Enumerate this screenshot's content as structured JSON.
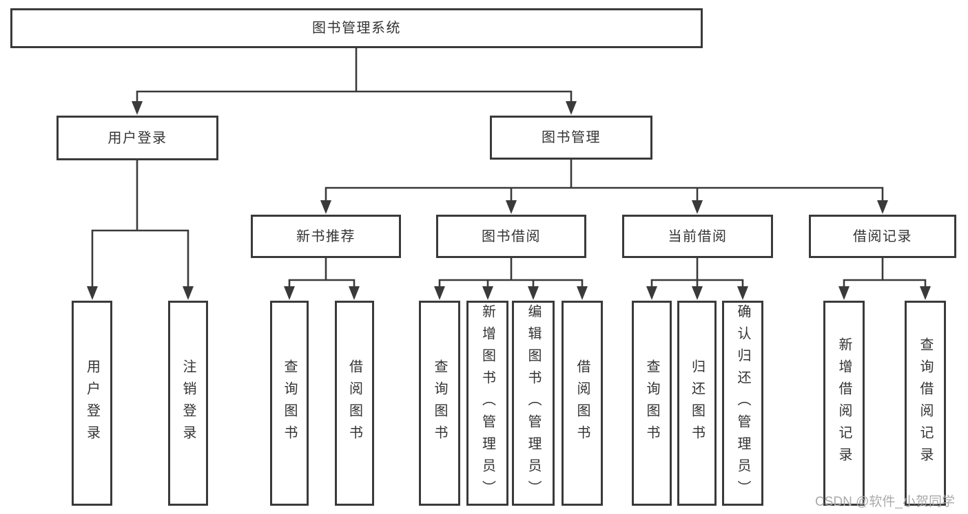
{
  "diagram": {
    "root_label": "图书管理系统",
    "branches": [
      {
        "label": "用户登录",
        "children": [
          {
            "label": "用户登录"
          },
          {
            "label": "注销登录"
          }
        ]
      },
      {
        "label": "图书管理",
        "sections": [
          {
            "label": "新书推荐",
            "children": [
              {
                "label": "查询图书"
              },
              {
                "label": "借阅图书"
              }
            ]
          },
          {
            "label": "图书借阅",
            "children": [
              {
                "label": "查询图书"
              },
              {
                "label": "新增图书（管理员）"
              },
              {
                "label": "编辑图书（管理员）"
              },
              {
                "label": "借阅图书"
              }
            ]
          },
          {
            "label": "当前借阅",
            "children": [
              {
                "label": "查询图书"
              },
              {
                "label": "归还图书"
              },
              {
                "label": "确认归还（管理员）"
              }
            ]
          },
          {
            "label": "借阅记录",
            "children": [
              {
                "label": "新增借阅记录"
              },
              {
                "label": "查询借阅记录"
              }
            ]
          }
        ]
      }
    ]
  },
  "watermark": {
    "text": "CSDN @软件_小贺同学"
  },
  "colors": {
    "line": "#3a3a3a",
    "text": "#333333",
    "watermark": "#aaaaaa",
    "background": "#ffffff"
  }
}
